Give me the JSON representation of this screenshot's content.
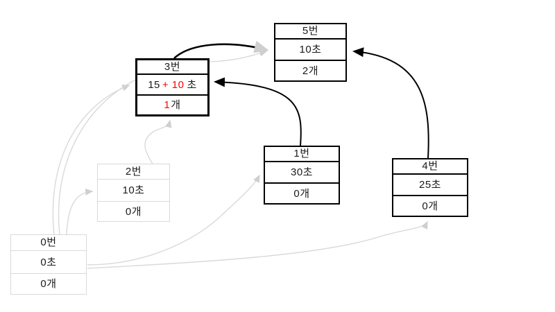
{
  "diagram": {
    "language": "ko",
    "colors": {
      "background": "#ffffff",
      "active_border": "#000000",
      "inactive_gray": "#d9d9d9",
      "highlight_red": "#ff0000"
    },
    "nodes": {
      "n5": {
        "title": "5번",
        "time": "10초",
        "count": "2개",
        "state": "active"
      },
      "n3": {
        "title": "3번",
        "time_base": "15",
        "time_plus": "+ 10",
        "time_unit": "초",
        "count_value": "1",
        "count_unit": "개",
        "state": "selected"
      },
      "n1": {
        "title": "1번",
        "time": "30초",
        "count": "0개",
        "state": "active"
      },
      "n4": {
        "title": "4번",
        "time": "25초",
        "count": "0개",
        "state": "active"
      },
      "n2": {
        "title": "2번",
        "time": "10초",
        "count": "0개",
        "state": "inactive"
      },
      "n0": {
        "title": "0번",
        "time": "0초",
        "count": "0개",
        "state": "inactive"
      }
    },
    "edges": [
      {
        "from": "0번",
        "to": "2번",
        "style": "inactive-gray"
      },
      {
        "from": "0번",
        "to": "3번",
        "style": "inactive-gray"
      },
      {
        "from": "0번",
        "to": "5번",
        "style": "inactive-gray"
      },
      {
        "from": "0번",
        "to": "1번",
        "style": "inactive-gray"
      },
      {
        "from": "0번",
        "to": "4번",
        "style": "inactive-gray"
      },
      {
        "from": "2번",
        "to": "3번",
        "style": "inactive-gray"
      },
      {
        "from": "1번",
        "to": "3번",
        "style": "active-black"
      },
      {
        "from": "4번",
        "to": "5번",
        "style": "active-black"
      },
      {
        "from": "3번",
        "to": "5번",
        "style": "active-black"
      }
    ]
  }
}
